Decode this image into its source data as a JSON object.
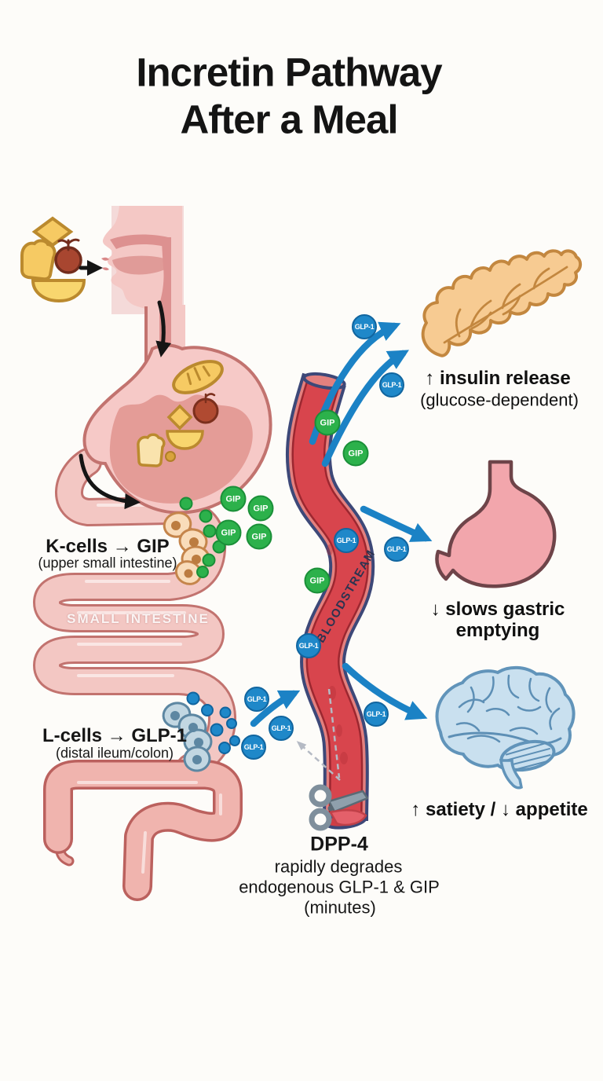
{
  "title": {
    "line1": "Incretin Pathway",
    "line2": "After a Meal"
  },
  "molecules": {
    "gip": "GIP",
    "glp1": "GLP-1"
  },
  "gut": {
    "k_cells_label": "K-cells → GIP",
    "k_cells_sublabel": "(upper small intestine)",
    "l_cells_label": "L-cells → GLP-1",
    "l_cells_sublabel": "(distal ileum/colon)",
    "small_intestine": "SMALL INTESTINE"
  },
  "bloodstream_label": "BLOODSTREAM",
  "outcomes": {
    "pancreas_label": "↑ insulin release",
    "pancreas_sublabel": "(glucose-dependent)",
    "stomach_label_line1": "↓ slows gastric",
    "stomach_label_line2": "emptying",
    "brain_label": "↑ satiety / ↓ appetite"
  },
  "dpp4": {
    "name": "DPP-4",
    "line1": "rapidly degrades",
    "line2": "endogenous GLP-1 & GIP",
    "line3": "(minutes)"
  },
  "colors": {
    "gip_green": "#2cb14b",
    "glp1_blue": "#1f88c9",
    "arrow_blue": "#1b82c5",
    "vessel_red": "#d8454d",
    "vessel_outline_navy": "#3d4878"
  }
}
